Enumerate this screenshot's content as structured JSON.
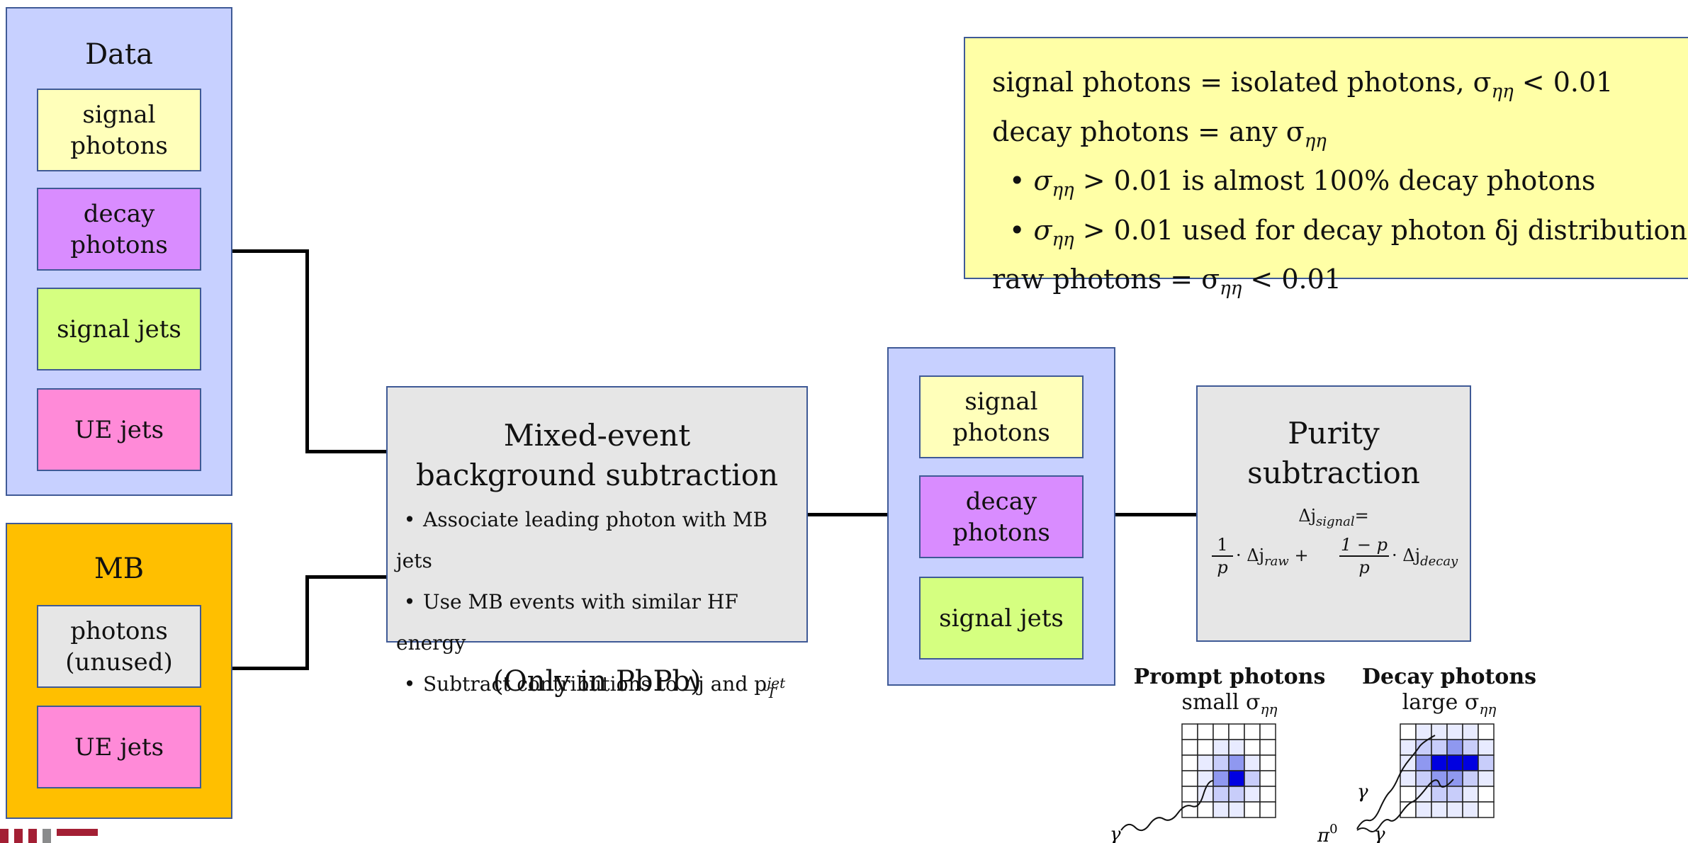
{
  "data_panel": {
    "title": "Data",
    "items": [
      "signal\nphotons",
      "decay\nphotons",
      "signal jets",
      "UE jets"
    ]
  },
  "mb_panel": {
    "title": "MB",
    "items": [
      "photons\n(unused)",
      "UE jets"
    ]
  },
  "mixed_event": {
    "title": "Mixed-event\nbackground subtraction",
    "bullets": [
      "Associate leading photon with MB jets",
      "Use MB events with similar HF energy",
      "Subtract contributions to Δj and p",
      "T",
      "jet"
    ],
    "note": "(Only in PbPb)"
  },
  "middle_panel": {
    "items": [
      "signal\nphotons",
      "decay\nphotons",
      "signal jets"
    ]
  },
  "purity": {
    "title": "Purity\nsubtraction",
    "formula_top": "Δj",
    "formula_top_sub": "signal",
    "formula_top_eq": "=",
    "formula_frac1_num": "1",
    "formula_frac1_den": "p",
    "formula_dot": "·",
    "formula_delta": "Δj",
    "formula_raw_sub": "raw",
    "formula_plus": "+",
    "formula_frac2_num": "1 − p",
    "formula_frac2_den": "p",
    "formula_decay_sub": "decay"
  },
  "definitions": {
    "line1": "signal photons = isolated photons, σ",
    "line1_sub": "ηη",
    "line1_tail": " < 0.01",
    "line2": "decay photons = any σ",
    "line2_sub": "ηη",
    "bullet1_sigma": "σ",
    "bullet1_sub": "ηη",
    "bullet1_tail": " > 0.01 is almost 100% decay photons",
    "bullet2_sigma": "σ",
    "bullet2_sub": "ηη",
    "bullet2_tail": " > 0.01 used for decay photon δj distribution",
    "line3": "raw photons = σ",
    "line3_sub": "ηη",
    "line3_tail": " < 0.01"
  },
  "prompt_caption": {
    "title": "Prompt photons",
    "sub": "small σ",
    "sub_sub": "ηη",
    "particle": "γ"
  },
  "decay_caption": {
    "title": "Decay photons",
    "sub": "large σ",
    "sub_sub": "ηη",
    "particle_a": "γ",
    "particle_b": "γ",
    "pion": "π",
    "pion_sup": "0"
  },
  "colors": {
    "panel_blue": "#c7d0ff",
    "panel_orange": "#ffbf00",
    "signal_photons": "#ffffba",
    "decay_photons": "#d98cff",
    "signal_jets": "#d5ff80",
    "ue_jets": "#ff8ad8",
    "unused_photons": "#e6e6e6",
    "process_box": "#e6e6e6",
    "definitions_box": "#ffffa6",
    "logo": "#a31f34"
  }
}
